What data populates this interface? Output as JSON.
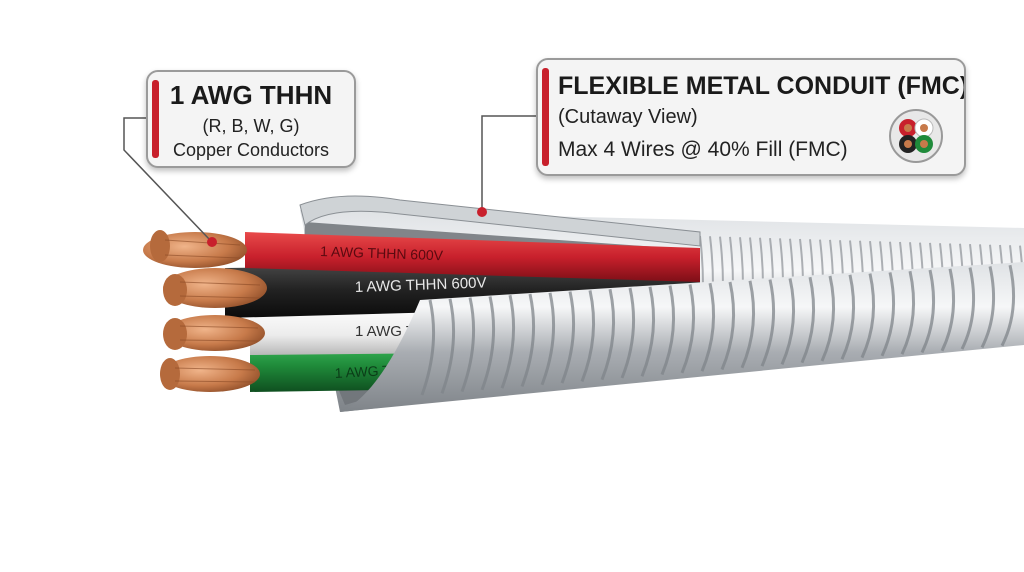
{
  "callouts": {
    "conductors": {
      "title": "1 AWG THHN",
      "line2": "(R, B, W, G)",
      "line3": "Copper Conductors"
    },
    "conduit": {
      "title": "FLEXIBLE METAL CONDUIT (FMC)",
      "line2": "(Cutaway View)",
      "line3": "Max 4 Wires @ 40% Fill (FMC)"
    }
  },
  "wire_labels": {
    "red": "1 AWG THHN 600V",
    "black": "1 AWG THHN 600V",
    "white": "1 AWG THHN",
    "green": "1 AWG THHN"
  },
  "colors": {
    "accent": "#c8202c",
    "wire_red": "#c8202c",
    "wire_black": "#222222",
    "wire_white": "#f2f2f2",
    "wire_green": "#1f8a3a",
    "copper": "#c77a4a",
    "conduit_steel": "#b9bdc1"
  },
  "icons": [
    "wire-cross-section-icon"
  ]
}
